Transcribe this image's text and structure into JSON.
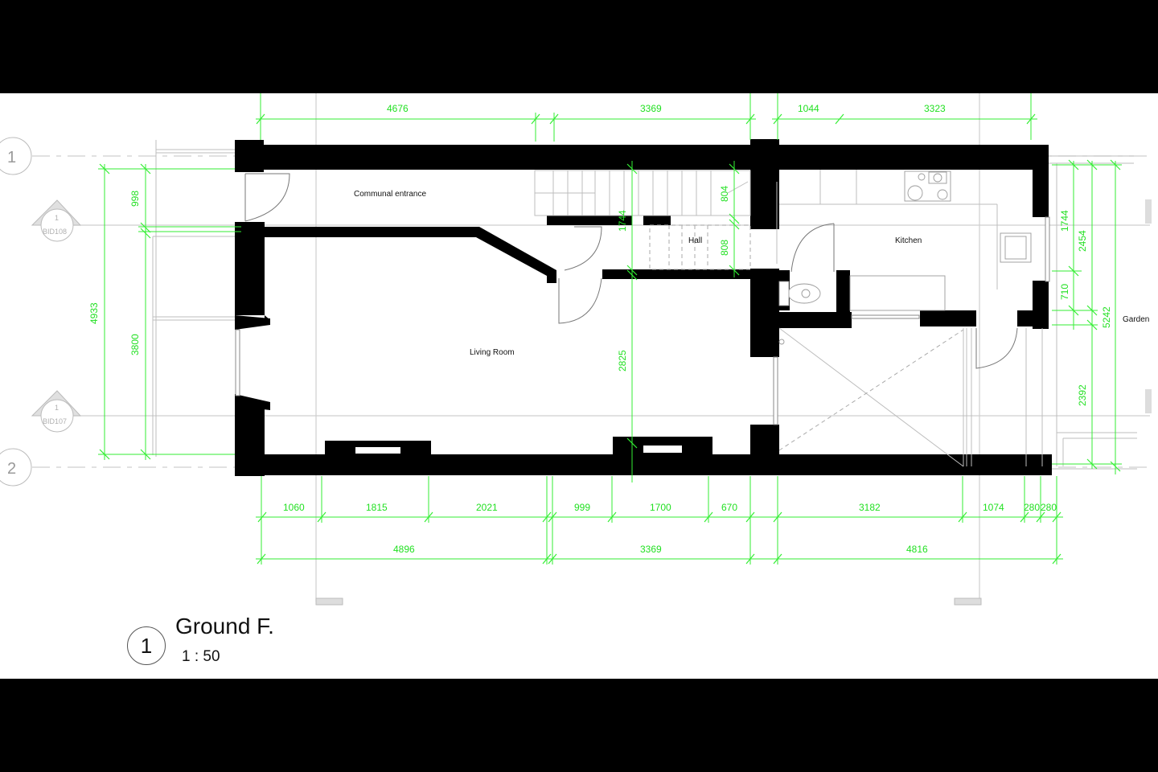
{
  "drawing": {
    "title": "Ground F.",
    "scale": "1 : 50",
    "view_number": "1",
    "rooms": {
      "communal_entrance": "Communal entrance",
      "hall": "Hall",
      "kitchen": "Kitchen",
      "living_room": "Living Room",
      "garden": "Garden"
    },
    "grid_lines": [
      "1",
      "2"
    ],
    "section_markers": [
      {
        "number": "1",
        "sheet": "BID108"
      },
      {
        "number": "1",
        "sheet": "BID107"
      }
    ],
    "dimensions": {
      "top": [
        "4676",
        "3369",
        "1044",
        "3323"
      ],
      "bottom_row1": [
        "1060",
        "1815",
        "2021",
        "999",
        "1700",
        "670",
        "3182",
        "1074",
        "280",
        "280"
      ],
      "bottom_row2": [
        "4896",
        "3369",
        "4816"
      ],
      "left": [
        "998",
        "3800",
        "4933"
      ],
      "hall": [
        "1744",
        "804",
        "808"
      ],
      "living": [
        "2825"
      ],
      "right": [
        "1744",
        "2454",
        "710",
        "5242",
        "2392"
      ]
    },
    "colors": {
      "dimension": "#33ee33",
      "wall": "#000000",
      "grid": "#cfcfcf"
    }
  }
}
